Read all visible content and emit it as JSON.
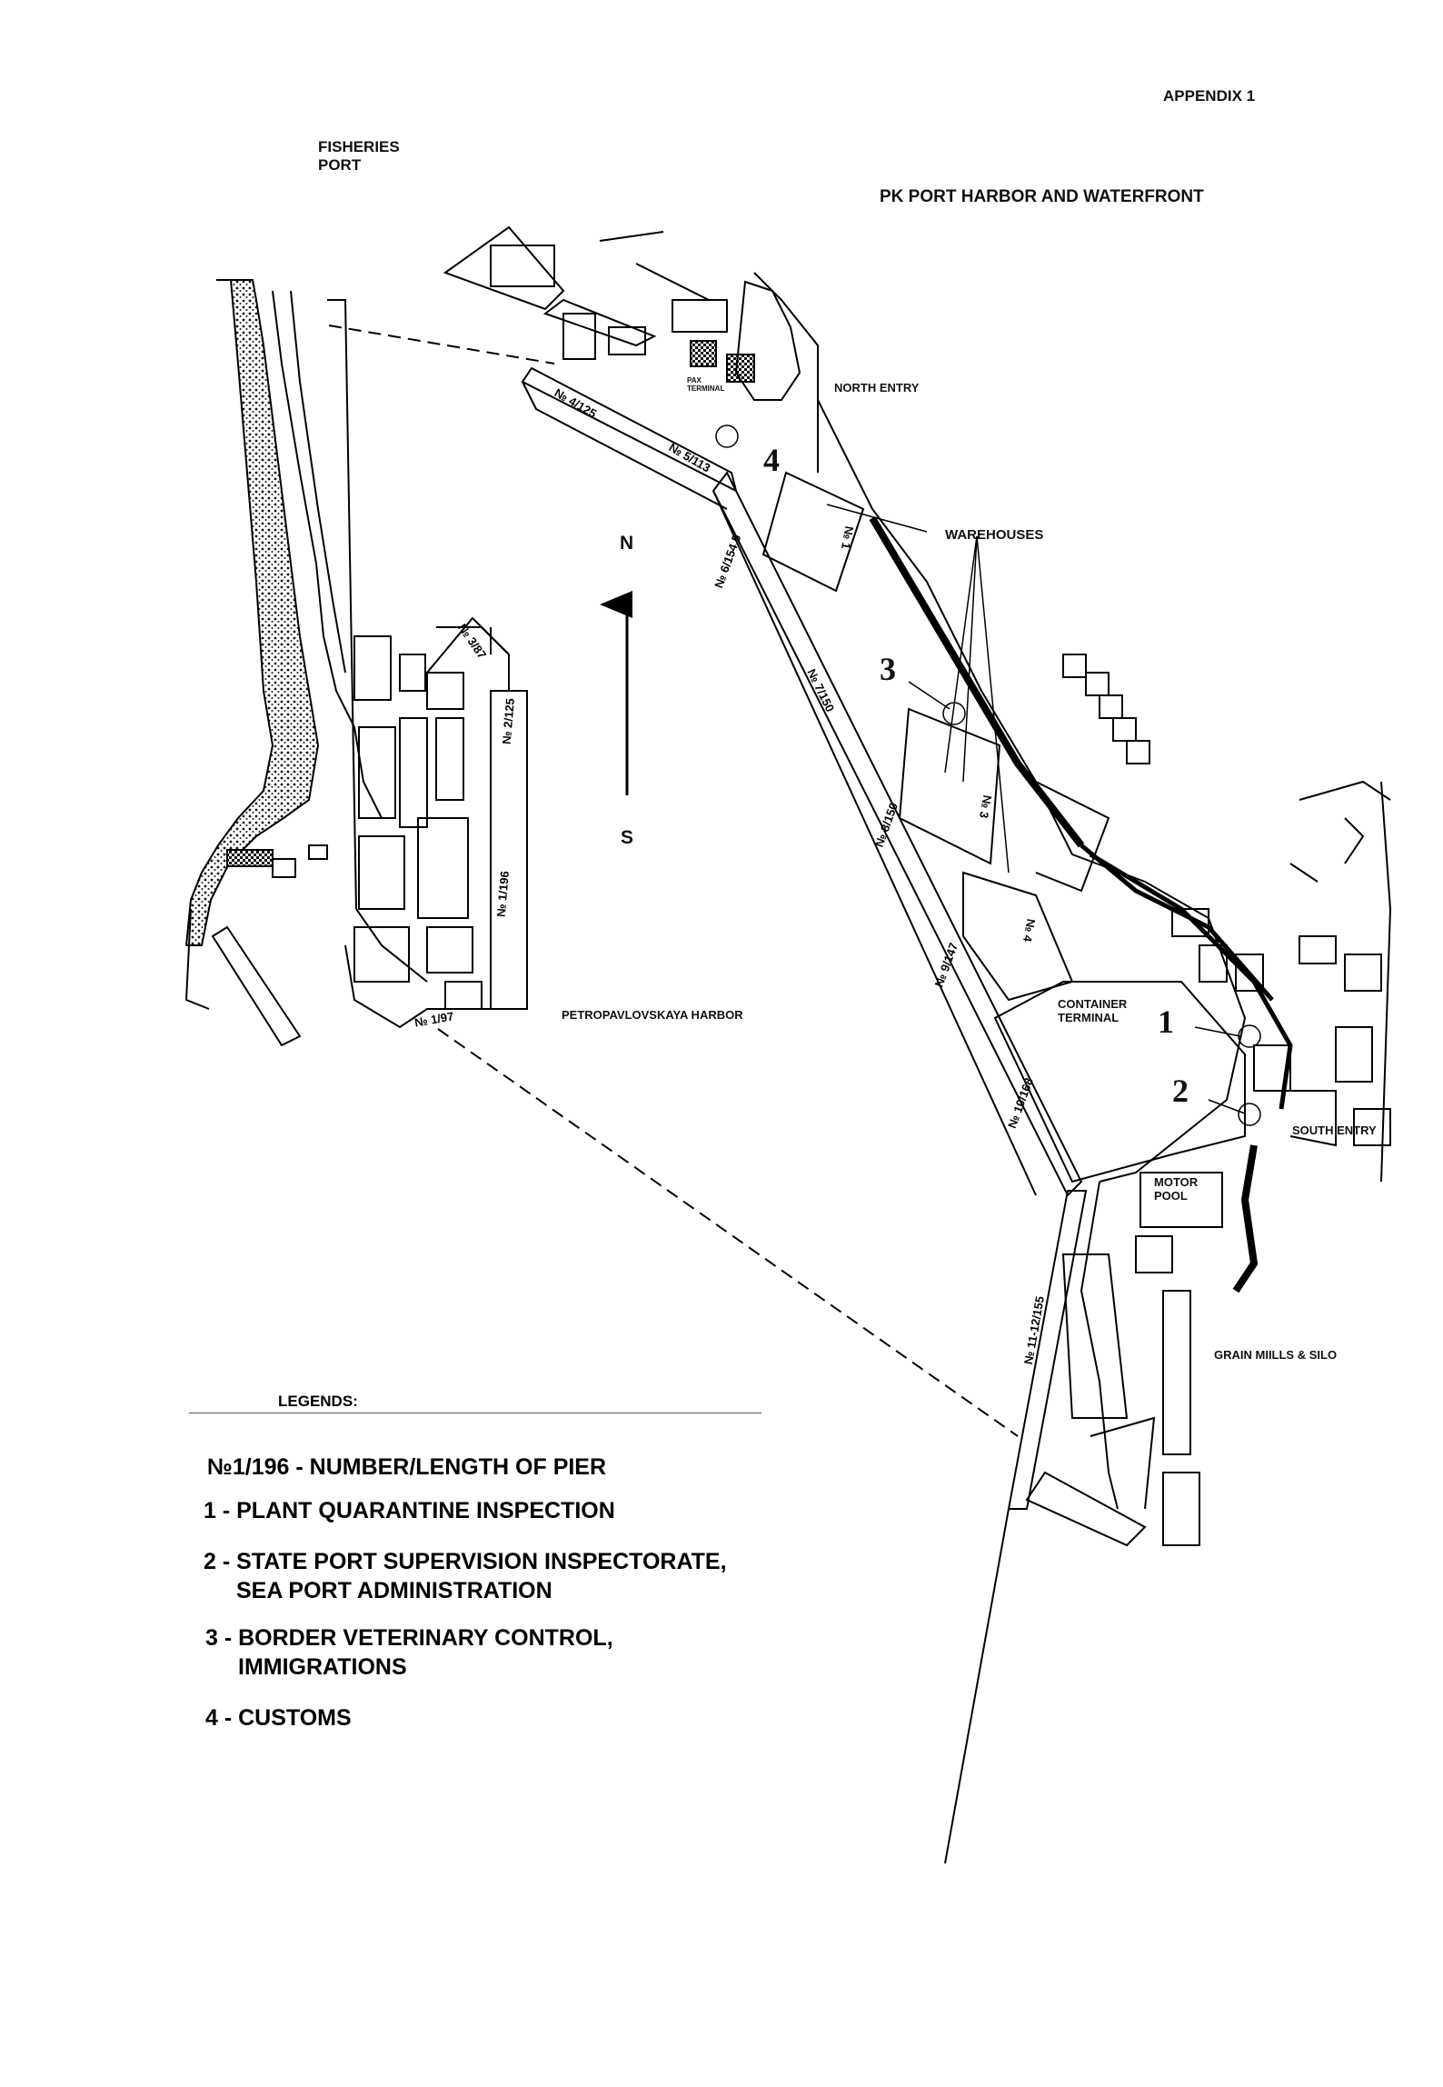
{
  "header": {
    "appendix": "APPENDIX 1",
    "fisheries_line1": "FISHERIES",
    "fisheries_line2": "PORT",
    "title": "PK PORT HARBOR AND WATERFRONT"
  },
  "map_labels": {
    "north_entry": "NORTH ENTRY",
    "warehouses": "WAREHOUSES",
    "pax_line1": "PAX",
    "pax_line2": "TERMINAL",
    "container_line1": "CONTAINER",
    "container_line2": "TERMINAL",
    "south_entry": "SOUTH ENTRY",
    "motor_line1": "MOTOR",
    "motor_line2": "POOL",
    "grain": "GRAIN MIILLS & SILO",
    "harbor": "PETROPAVLOVSKAYA HARBOR",
    "north": "N",
    "south": "S"
  },
  "markers": [
    "1",
    "2",
    "3",
    "4"
  ],
  "piers": [
    "№ 1/97",
    "№ 1/196",
    "№ 2/125",
    "№ 3/87",
    "№ 4/125",
    "№ 5/113",
    "№ 6/154.5",
    "№ 7/150",
    "№ 8/150",
    "№ 9/147",
    "№ 10/168",
    "№ 11-12/155"
  ],
  "warehouses": [
    "№ 1",
    "№ 3",
    "№ 4"
  ],
  "legend": {
    "title": "LEGENDS:",
    "pier_key": "№1/196 - NUMBER/LENGTH OF PIER",
    "item1": "1 - PLANT QUARANTINE INSPECTION",
    "item2_line1": "2 - STATE PORT SUPERVISION INSPECTORATE,",
    "item2_line2": "SEA PORT ADMINISTRATION",
    "item3_line1": "3 - BORDER VETERINARY CONTROL,",
    "item3_line2": "IMMIGRATIONS",
    "item4": "4 - CUSTOMS"
  }
}
